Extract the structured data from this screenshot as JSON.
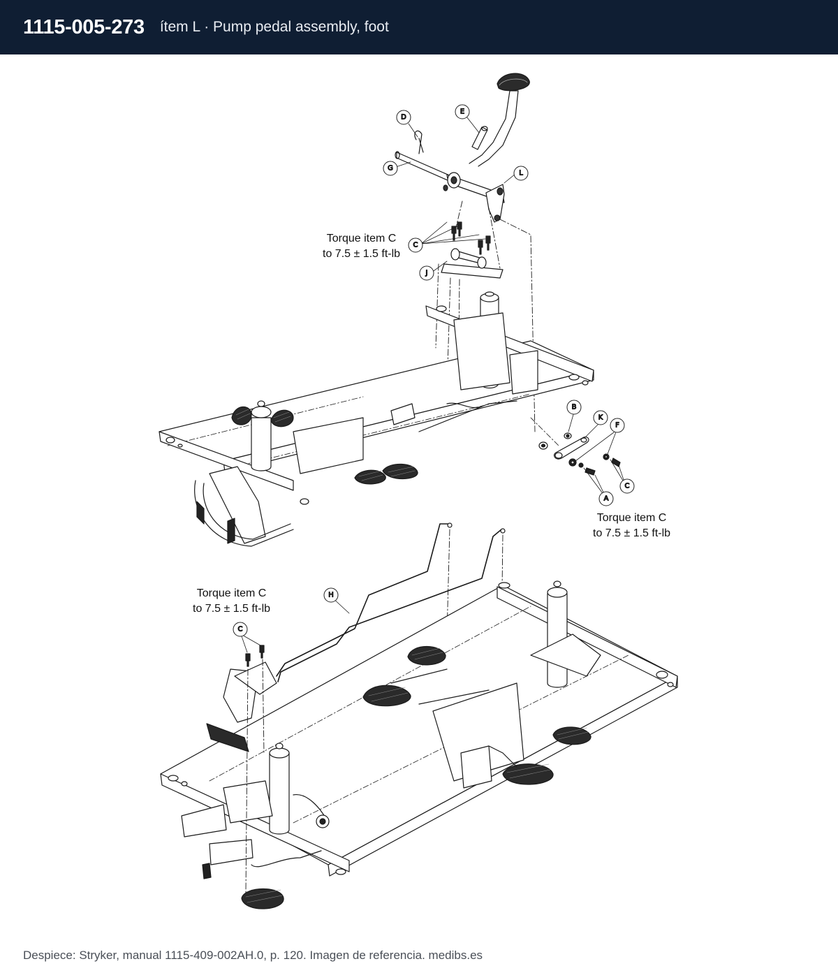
{
  "header": {
    "part_number": "1115-005-273",
    "description": "ítem L · Pump pedal assembly, foot"
  },
  "diagram": {
    "callouts": {
      "A": "A",
      "B": "B",
      "C": "C",
      "D": "D",
      "E": "E",
      "F": "F",
      "G": "G",
      "H": "H",
      "J": "J",
      "K": "K",
      "L": "L"
    },
    "notes": [
      {
        "line1": "Torque item C",
        "line2": "to 7.5 ± 1.5 ft-lb"
      },
      {
        "line1": "Torque item C",
        "line2": "to 7.5 ± 1.5 ft-lb"
      },
      {
        "line1": "Torque item C",
        "line2": "to 7.5 ± 1.5 ft-lb"
      }
    ]
  },
  "footer": {
    "source": "Despiece: Stryker, manual 1115-409-002AH.0, p. 120. Imagen de referencia. medibs.es"
  }
}
